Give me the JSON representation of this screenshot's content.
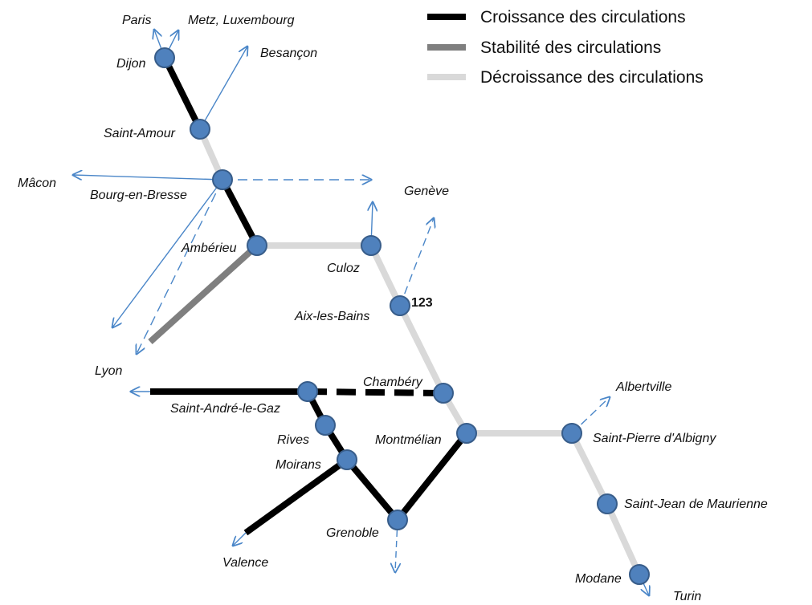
{
  "legend": {
    "growth": "Croissance des circulations",
    "stable": "Stabilité des circulations",
    "decline": "Décroissance des circulations"
  },
  "colors": {
    "growth": "#000000",
    "stable": "#7f7f7f",
    "decline": "#d9d9d9",
    "node_fill": "#4f81bd",
    "node_stroke": "#385d8a",
    "arrow": "#4a86c8"
  },
  "stations": {
    "dijon": "Dijon",
    "saint_amour": "Saint-Amour",
    "bourg": "Bourg-en-Bresse",
    "amberieu": "Ambérieu",
    "culoz": "Culoz",
    "aix": "Aix-les-Bains",
    "chambery": "Chambéry",
    "saint_andre": "Saint-André-le-Gaz",
    "rives": "Rives",
    "moirans": "Moirans",
    "montmelian": "Montmélian",
    "grenoble": "Grenoble",
    "saint_pierre": "Saint-Pierre d'Albigny",
    "saint_jean": "Saint-Jean de Maurienne",
    "modane": "Modane"
  },
  "destinations": {
    "paris": "Paris",
    "metz": "Metz, Luxembourg",
    "besancon": "Besançon",
    "macon": "Mâcon",
    "geneve": "Genève",
    "lyon": "Lyon",
    "albertville": "Albertville",
    "valence": "Valence",
    "turin": "Turin"
  },
  "badge": "123"
}
